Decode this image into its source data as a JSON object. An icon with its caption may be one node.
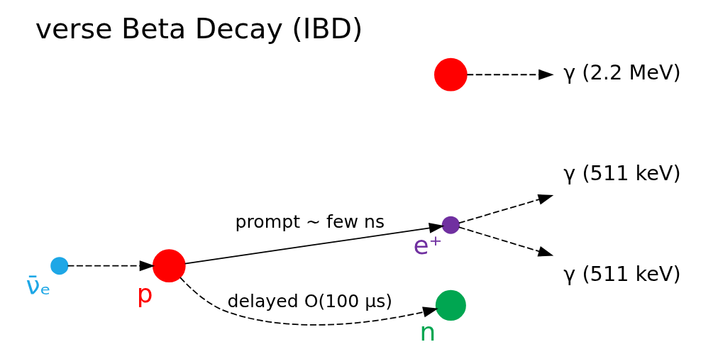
{
  "diagram": {
    "title": "verse Beta Decay (IBD)",
    "nodes": [
      {
        "text": [],
        "shape": "circle",
        "beside": [
          "ν̄ₑ"
        ]
      },
      {
        "text": [],
        "shape": "circle",
        "beside": [
          "p"
        ]
      },
      {
        "text": [],
        "shape": "circle",
        "beside": [
          "e⁺"
        ]
      },
      {
        "text": [],
        "shape": "circle",
        "beside": [
          "n"
        ]
      },
      {
        "text": [],
        "shape": "circle"
      },
      {
        "text": [
          "γ (511 keV)"
        ]
      },
      {
        "text": [
          "γ (511 keV)"
        ]
      },
      {
        "text": [
          "γ (2.2 MeV)"
        ]
      }
    ],
    "edges": [
      {
        "from": 0,
        "to": 1,
        "arrow": "to",
        "style": "dashed"
      },
      {
        "from": 1,
        "to": 3,
        "arrow": "to",
        "style": "dashed",
        "label": "delayed O(100 μs)"
      },
      {
        "from": 1,
        "to": 2,
        "arrow": "to",
        "label": "prompt ~ few ns"
      },
      {
        "from": 2,
        "to": 5,
        "arrow": "to",
        "style": "dashed"
      },
      {
        "from": 2,
        "to": 6,
        "arrow": "to",
        "style": "dashed"
      },
      {
        "from": 4,
        "to": 7,
        "arrow": "to",
        "style": "dashed"
      }
    ]
  }
}
